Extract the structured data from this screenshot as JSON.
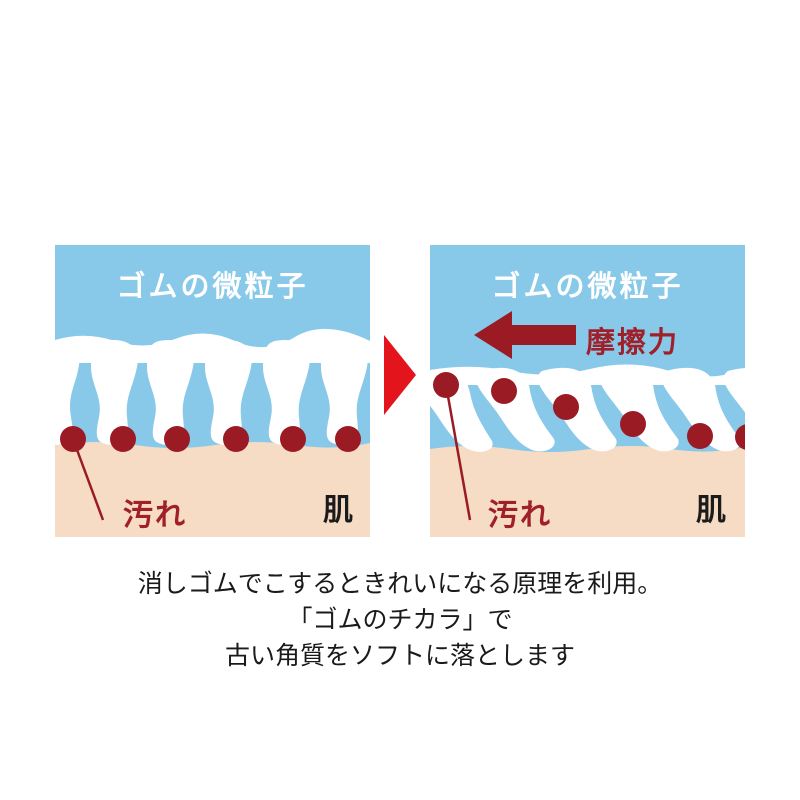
{
  "panel_before": {
    "title": "ゴムの微粒子",
    "dirt_label": "汚れ",
    "skin_label": "肌"
  },
  "panel_after": {
    "title": "ゴムの微粒子",
    "force_label": "摩擦力",
    "dirt_label": "汚れ",
    "skin_label": "肌"
  },
  "caption": {
    "line1": "消しゴムでこするときれいになる原理を利用。",
    "line2": "「ゴムのチカラ」で",
    "line3": "古い角質をソフトに落とします"
  },
  "colors": {
    "sky": "#88c9ea",
    "skin": "#f6dcc4",
    "dirt": "#9b1b24",
    "arrow_red": "#e3141b"
  }
}
